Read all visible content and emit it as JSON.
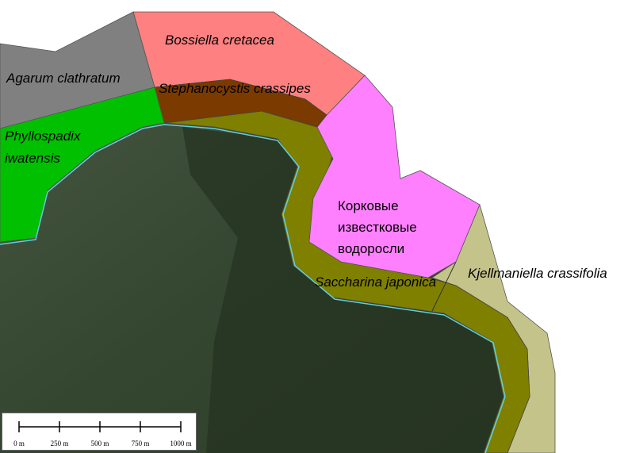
{
  "zones": [
    {
      "name": "Agarum clathratum",
      "color": "#808080"
    },
    {
      "name": "Bossiella cretacea",
      "color": "#ff8080"
    },
    {
      "name": "Stephanocystis crassipes",
      "color": "#7a3a00"
    },
    {
      "name": "Phyllospadix iwatensis",
      "color": "#00c000"
    },
    {
      "name": "Корковые известковые водоросли",
      "lines": [
        "Корковые",
        "известковые",
        "водоросли"
      ],
      "color": "#ff80ff"
    },
    {
      "name": "Saccharina japonica",
      "color": "#7f7f00"
    },
    {
      "name": "Kjellmaniella crassifolia",
      "color": "#c4c48a"
    }
  ],
  "labels": {
    "agarum": "Agarum clathratum",
    "bossiella": "Bossiella cretacea",
    "stephanocystis": "Stephanocystis crassipes",
    "phyllo_1": "Phyllospadix",
    "phyllo_2": "iwatensis",
    "crust_1": "Корковые",
    "crust_2": "известковые",
    "crust_3": "водоросли",
    "saccharina": "Saccharina japonica",
    "kjellmaniella": "Kjellmaniella crassifolia"
  },
  "scale_bar": {
    "ticks": [
      "0 m",
      "250 m",
      "500 m",
      "750 m",
      "1000 m"
    ],
    "units": "m"
  },
  "colors": {
    "imagery": "#3f4f3a",
    "coastline": "#5fd0e0"
  }
}
